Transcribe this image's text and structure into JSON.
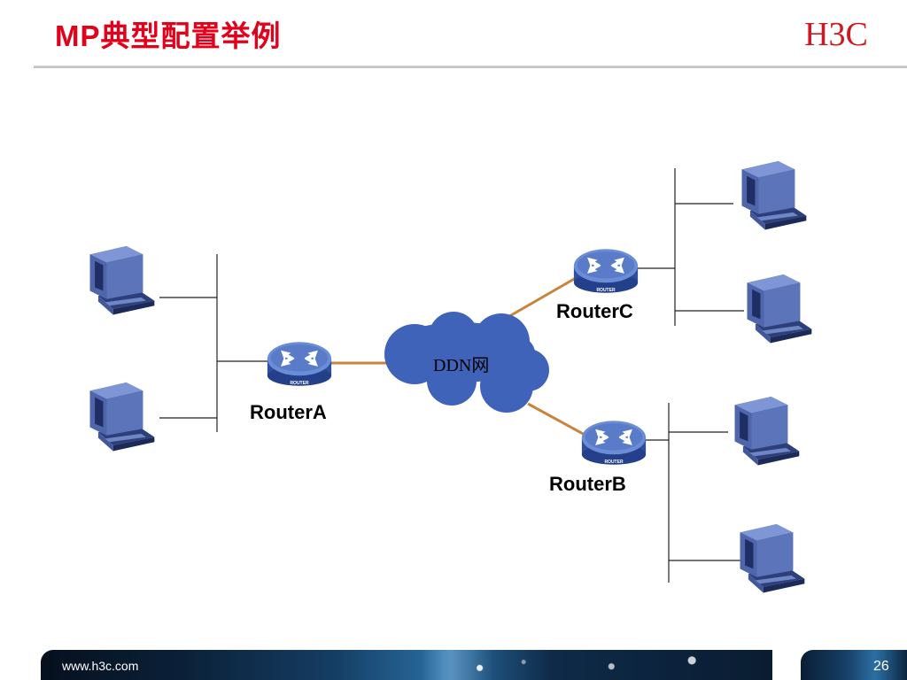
{
  "slide": {
    "title": "MP典型配置举例",
    "brand": "H3C",
    "footer_url": "www.h3c.com",
    "page_number": "26"
  },
  "diagram": {
    "cloud_label": "DDN网",
    "router_icon_text": "ROUTER",
    "routers": [
      {
        "id": "RouterA",
        "label": "RouterA"
      },
      {
        "id": "RouterB",
        "label": "RouterB"
      },
      {
        "id": "RouterC",
        "label": "RouterC"
      }
    ]
  },
  "colors": {
    "title": "#e3001b",
    "brand": "#cc1a22",
    "link": "#c8843c",
    "router_body": "#4a6cc0",
    "pc_body": "#5d76b8"
  }
}
